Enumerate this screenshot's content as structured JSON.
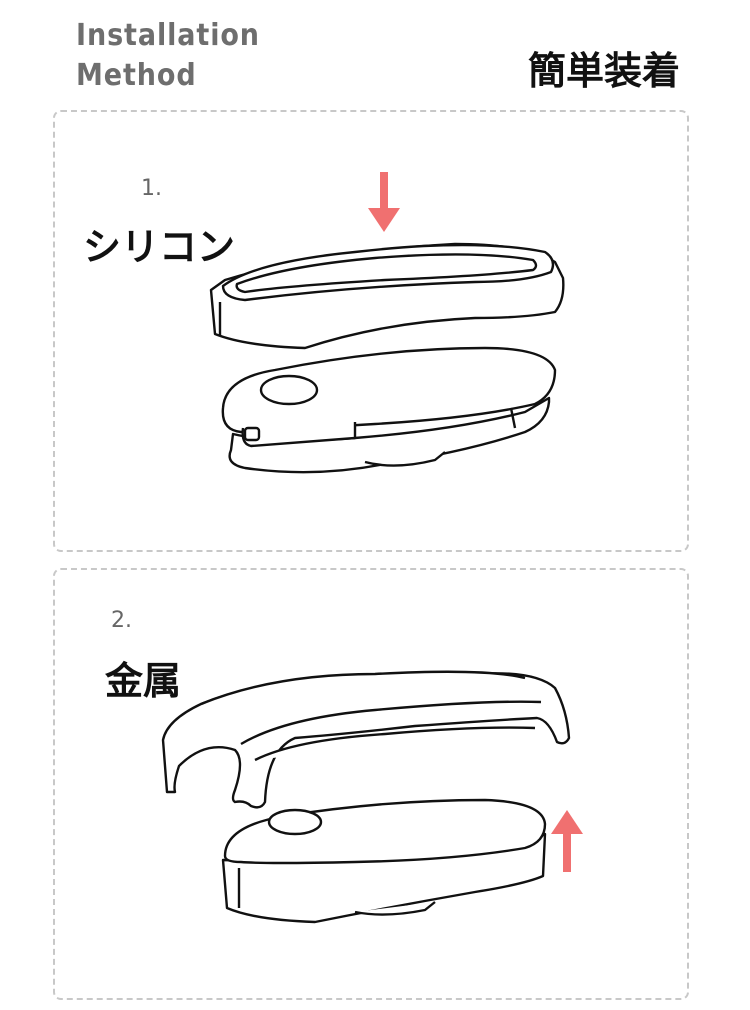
{
  "header": {
    "title_en_line1": "Installation",
    "title_en_line2": "Method",
    "title_jp": "簡単装着"
  },
  "steps": [
    {
      "number": "1.",
      "label": "シリコン",
      "arrow": "down",
      "arrow_color": "#f07070"
    },
    {
      "number": "2.",
      "label": "金属",
      "arrow": "up",
      "arrow_color": "#f07070"
    }
  ],
  "colors": {
    "accent_arrow": "#f07070",
    "title_gray": "#6e6e6e",
    "border": "#c8c8c8"
  }
}
